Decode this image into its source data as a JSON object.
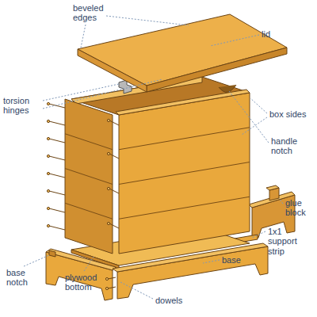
{
  "diagram": {
    "labels": [
      "beveled edges",
      "lid",
      "torsion hinges",
      "box sides",
      "handle notch",
      "glue block",
      "1x1 support strip",
      "base",
      "base notch",
      "plywood bottom",
      "dowels"
    ]
  }
}
